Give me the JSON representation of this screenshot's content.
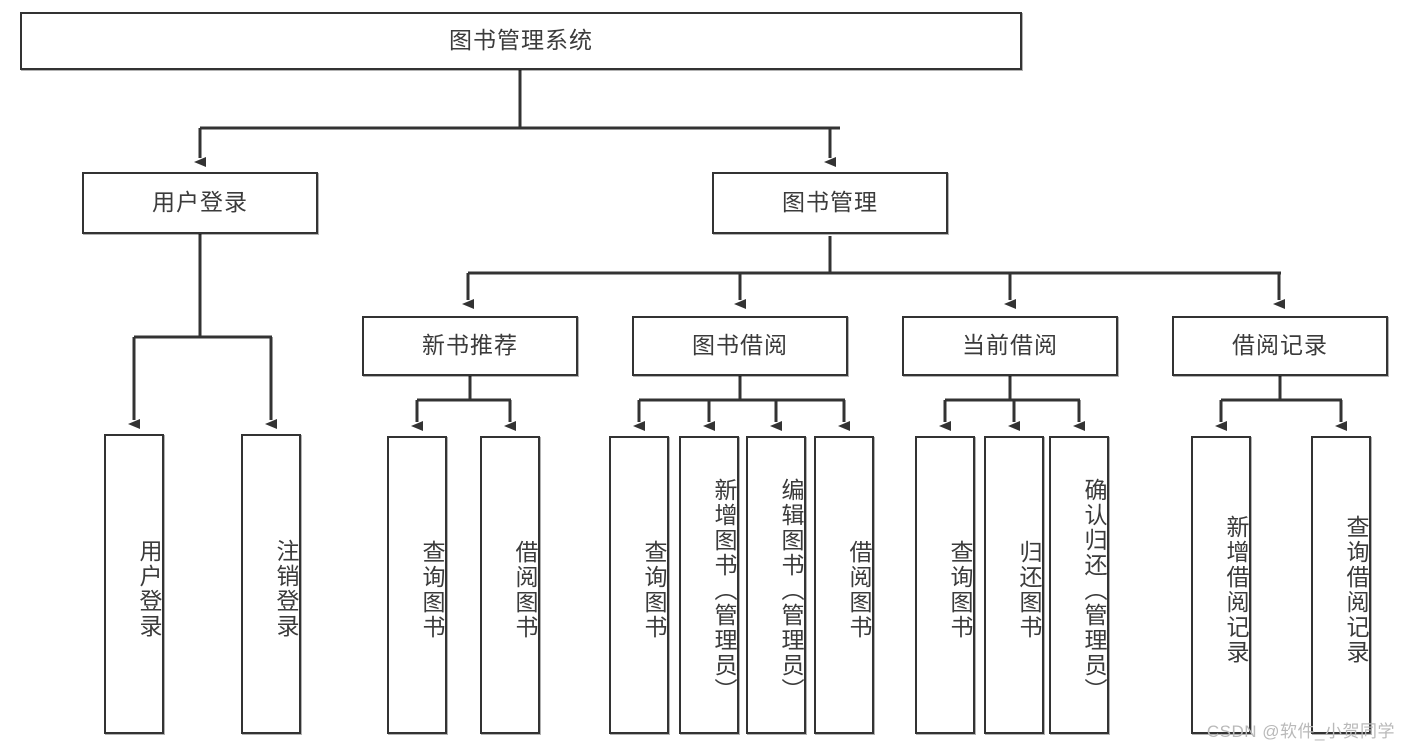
{
  "diagram": {
    "title": "图书管理系统",
    "type": "tree-hierarchy",
    "watermark": "CSDN @软件_小贺同学",
    "colors": {
      "box_border": "#333333",
      "box_fill": "#ffffff",
      "text": "#3b3b3b",
      "edge": "#333333",
      "watermark": "#b9b9b9",
      "background": "#ffffff"
    },
    "root": {
      "label": "图书管理系统"
    },
    "level1": [
      {
        "label": "用户登录"
      },
      {
        "label": "图书管理"
      }
    ],
    "level2": [
      {
        "label": "新书推荐"
      },
      {
        "label": "图书借阅"
      },
      {
        "label": "当前借阅"
      },
      {
        "label": "借阅记录"
      }
    ],
    "leaves_user_login": [
      {
        "label": "用户登录"
      },
      {
        "label": "注销登录"
      }
    ],
    "leaves_new_books": [
      {
        "label": "查询图书"
      },
      {
        "label": "借阅图书"
      }
    ],
    "leaves_borrow": [
      {
        "label": "查询图书"
      },
      {
        "label": "新增图书（管理员）"
      },
      {
        "label": "编辑图书（管理员）"
      },
      {
        "label": "借阅图书"
      }
    ],
    "leaves_current": [
      {
        "label": "查询图书"
      },
      {
        "label": "归还图书"
      },
      {
        "label": "确认归还（管理员）"
      }
    ],
    "leaves_records": [
      {
        "label": "新增借阅记录"
      },
      {
        "label": "查询借阅记录"
      }
    ]
  }
}
